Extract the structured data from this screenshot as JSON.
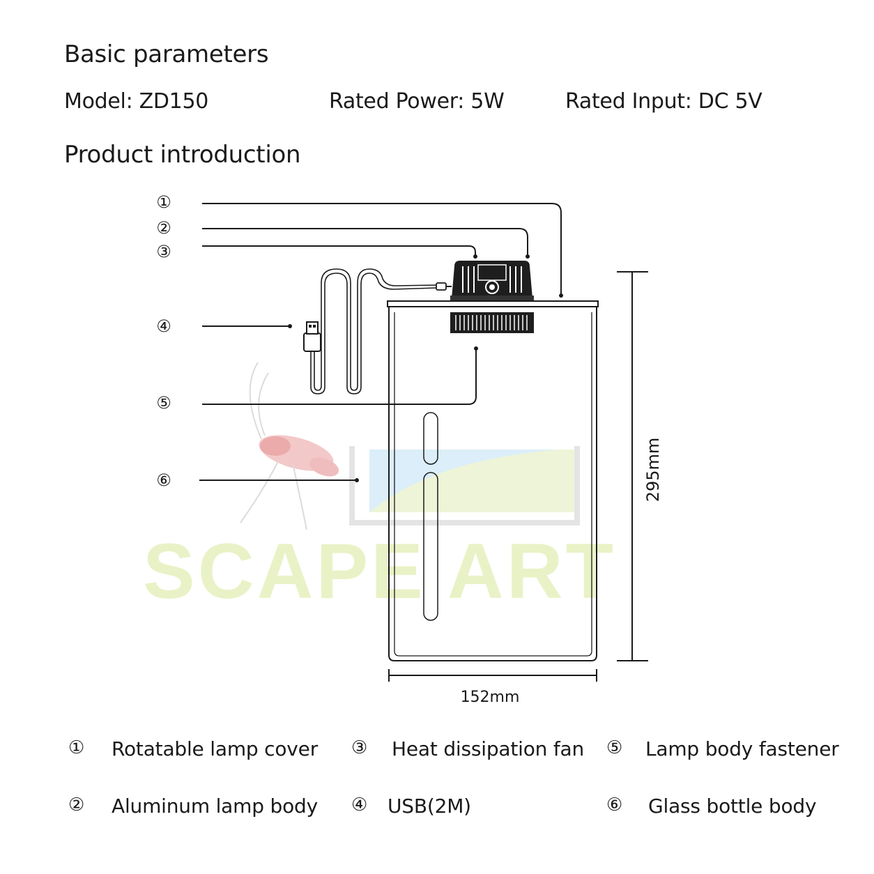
{
  "headings": {
    "basic": "Basic parameters",
    "intro": "Product introduction"
  },
  "params": {
    "model": "Model: ZD150",
    "power": "Rated Power: 5W",
    "input": "Rated Input: DC 5V"
  },
  "callouts": [
    "①",
    "②",
    "③",
    "④",
    "⑤",
    "⑥"
  ],
  "dimensions": {
    "height": "295mm",
    "width": "152mm"
  },
  "watermark": "SCAPE ART",
  "legend": [
    {
      "num": "①",
      "label": "Rotatable lamp cover"
    },
    {
      "num": "②",
      "label": "Aluminum lamp body"
    },
    {
      "num": "③",
      "label": "Heat dissipation fan"
    },
    {
      "num": "④",
      "label": "USB(2M)"
    },
    {
      "num": "⑤",
      "label": "Lamp body fastener"
    },
    {
      "num": "⑥",
      "label": "Glass bottle body"
    }
  ],
  "colors": {
    "line": "#1a1a1a",
    "watermark_green": "#e9f2c6",
    "watermark_gray": "#e6e6e6",
    "watermark_blue": "#dbeef9",
    "shrimp_red": "#e8a0a0"
  }
}
